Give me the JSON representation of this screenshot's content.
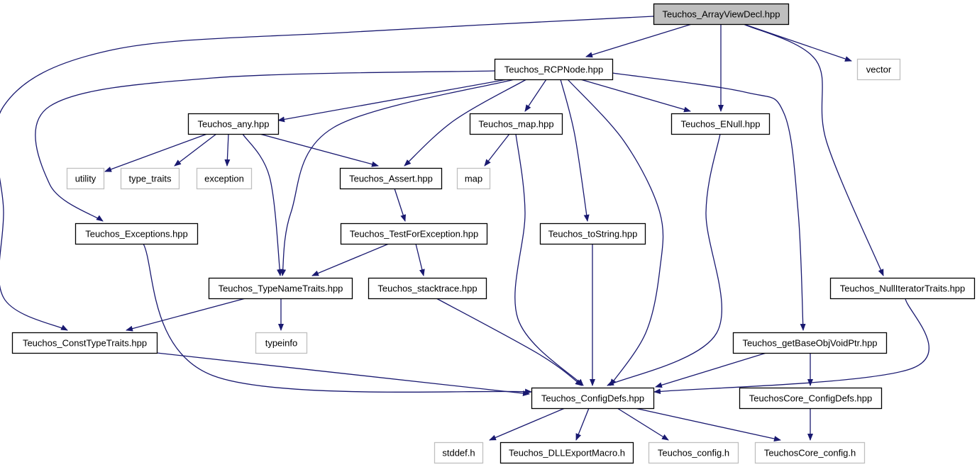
{
  "colors": {
    "edge": "#191970",
    "internal_border": "#000000",
    "external_border": "#bfbfbf",
    "root_fill": "#bfbfbf",
    "node_fill": "#ffffff"
  },
  "nodes": [
    {
      "id": "root",
      "label": "Teuchos_ArrayViewDecl.hpp",
      "kind": "root"
    },
    {
      "id": "rcpnode",
      "label": "Teuchos_RCPNode.hpp",
      "kind": "internal"
    },
    {
      "id": "vector",
      "label": "vector",
      "kind": "external"
    },
    {
      "id": "any",
      "label": "Teuchos_any.hpp",
      "kind": "internal"
    },
    {
      "id": "map_hpp",
      "label": "Teuchos_map.hpp",
      "kind": "internal"
    },
    {
      "id": "enull",
      "label": "Teuchos_ENull.hpp",
      "kind": "internal"
    },
    {
      "id": "utility",
      "label": "utility",
      "kind": "external"
    },
    {
      "id": "type_traits",
      "label": "type_traits",
      "kind": "external"
    },
    {
      "id": "exception",
      "label": "exception",
      "kind": "external"
    },
    {
      "id": "assert",
      "label": "Teuchos_Assert.hpp",
      "kind": "internal"
    },
    {
      "id": "map",
      "label": "map",
      "kind": "external"
    },
    {
      "id": "exceptions",
      "label": "Teuchos_Exceptions.hpp",
      "kind": "internal"
    },
    {
      "id": "testforexc",
      "label": "Teuchos_TestForException.hpp",
      "kind": "internal"
    },
    {
      "id": "tostring",
      "label": "Teuchos_toString.hpp",
      "kind": "internal"
    },
    {
      "id": "nulliter",
      "label": "Teuchos_NullIteratorTraits.hpp",
      "kind": "internal"
    },
    {
      "id": "typename",
      "label": "Teuchos_TypeNameTraits.hpp",
      "kind": "internal"
    },
    {
      "id": "stacktrace",
      "label": "Teuchos_stacktrace.hpp",
      "kind": "internal"
    },
    {
      "id": "consttype",
      "label": "Teuchos_ConstTypeTraits.hpp",
      "kind": "internal"
    },
    {
      "id": "typeinfo",
      "label": "typeinfo",
      "kind": "external"
    },
    {
      "id": "getbase",
      "label": "Teuchos_getBaseObjVoidPtr.hpp",
      "kind": "internal"
    },
    {
      "id": "configdefs",
      "label": "Teuchos_ConfigDefs.hpp",
      "kind": "internal"
    },
    {
      "id": "coreconfigdefs",
      "label": "TeuchosCore_ConfigDefs.hpp",
      "kind": "internal"
    },
    {
      "id": "stddef",
      "label": "stddef.h",
      "kind": "external"
    },
    {
      "id": "dllexport",
      "label": "Teuchos_DLLExportMacro.h",
      "kind": "internal"
    },
    {
      "id": "tconfig",
      "label": "Teuchos_config.h",
      "kind": "external"
    },
    {
      "id": "coreconfig",
      "label": "TeuchosCore_config.h",
      "kind": "external"
    }
  ],
  "edges": [
    {
      "from": "root",
      "to": "rcpnode"
    },
    {
      "from": "root",
      "to": "vector"
    },
    {
      "from": "root",
      "to": "enull"
    },
    {
      "from": "root",
      "to": "nulliter"
    },
    {
      "from": "root",
      "to": "consttype"
    },
    {
      "from": "rcpnode",
      "to": "any"
    },
    {
      "from": "rcpnode",
      "to": "map_hpp"
    },
    {
      "from": "rcpnode",
      "to": "enull"
    },
    {
      "from": "rcpnode",
      "to": "assert"
    },
    {
      "from": "rcpnode",
      "to": "exceptions"
    },
    {
      "from": "rcpnode",
      "to": "tostring"
    },
    {
      "from": "rcpnode",
      "to": "typename"
    },
    {
      "from": "rcpnode",
      "to": "getbase"
    },
    {
      "from": "rcpnode",
      "to": "configdefs"
    },
    {
      "from": "any",
      "to": "utility"
    },
    {
      "from": "any",
      "to": "type_traits"
    },
    {
      "from": "any",
      "to": "exception"
    },
    {
      "from": "any",
      "to": "assert"
    },
    {
      "from": "any",
      "to": "typename"
    },
    {
      "from": "map_hpp",
      "to": "map"
    },
    {
      "from": "map_hpp",
      "to": "configdefs"
    },
    {
      "from": "enull",
      "to": "configdefs"
    },
    {
      "from": "assert",
      "to": "testforexc"
    },
    {
      "from": "testforexc",
      "to": "typename"
    },
    {
      "from": "testforexc",
      "to": "stacktrace"
    },
    {
      "from": "exceptions",
      "to": "configdefs"
    },
    {
      "from": "tostring",
      "to": "configdefs"
    },
    {
      "from": "nulliter",
      "to": "configdefs"
    },
    {
      "from": "typename",
      "to": "consttype"
    },
    {
      "from": "typename",
      "to": "typeinfo"
    },
    {
      "from": "stacktrace",
      "to": "configdefs"
    },
    {
      "from": "consttype",
      "to": "configdefs"
    },
    {
      "from": "getbase",
      "to": "configdefs"
    },
    {
      "from": "getbase",
      "to": "coreconfigdefs"
    },
    {
      "from": "configdefs",
      "to": "stddef"
    },
    {
      "from": "configdefs",
      "to": "dllexport"
    },
    {
      "from": "configdefs",
      "to": "tconfig"
    },
    {
      "from": "configdefs",
      "to": "coreconfig"
    },
    {
      "from": "coreconfigdefs",
      "to": "coreconfig"
    }
  ]
}
